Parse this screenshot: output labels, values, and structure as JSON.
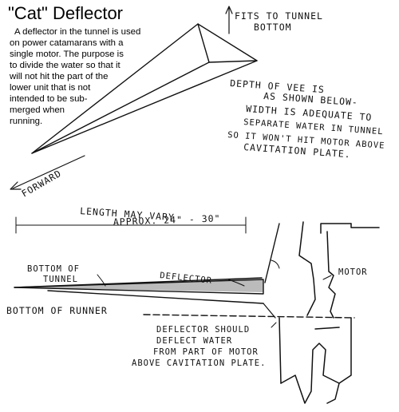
{
  "title": "\"Cat\" Deflector",
  "description": [
    "A deflector in the tunnel is used",
    "on power catamarans with a",
    "single motor. The purpose is",
    "to divide the water so that it",
    "will not hit the part of the",
    "lower unit that is not",
    "intended to be sub-",
    "merged when",
    "running."
  ],
  "labels": {
    "fits_line1": "FITS TO TUNNEL",
    "fits_line2": "BOTTOM",
    "depth": [
      "DEPTH OF VEE IS",
      "AS SHOWN BELOW-",
      "WIDTH IS ADEQUATE TO",
      "SEPARATE WATER IN TUNNEL",
      "SO IT WON'T HIT MOTOR ABOVE",
      "CAVITATION PLATE."
    ],
    "forward": "FORWARD",
    "length_line1": "LENGTH MAY VARY",
    "length_line2": "APPROX. 24\" - 30\"",
    "bottom_tunnel_1": "BOTTOM OF",
    "bottom_tunnel_2": "TUNNEL",
    "deflector": "DEFLECTOR",
    "motor": "MOTOR",
    "bottom_runner": "BOTTOM OF RUNNER",
    "should": [
      "DEFLECTOR SHOULD",
      "DEFLECT WATER",
      "FROM PART OF MOTOR",
      "ABOVE CAVITATION PLATE."
    ]
  }
}
